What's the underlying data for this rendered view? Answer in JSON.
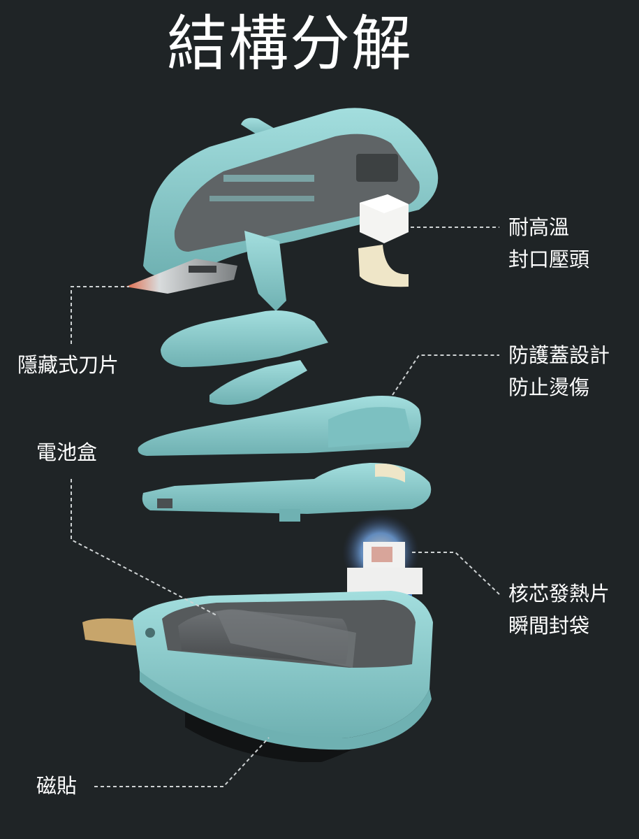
{
  "title": "結構分解",
  "labels": {
    "blade": "隱藏式刀片",
    "heat_head": [
      "耐高溫",
      "封口壓頭"
    ],
    "cover": [
      "防護蓋設計",
      "防止燙傷"
    ],
    "battery": "電池盒",
    "core": [
      "核芯發熱片",
      "瞬間封袋"
    ],
    "magnet": "磁貼"
  },
  "colors": {
    "background": "#1f2426",
    "teal": "#8ecfcf",
    "teal_dark": "#6fb1b2",
    "gray": "#5e6164",
    "tan": "#c7a56b"
  }
}
